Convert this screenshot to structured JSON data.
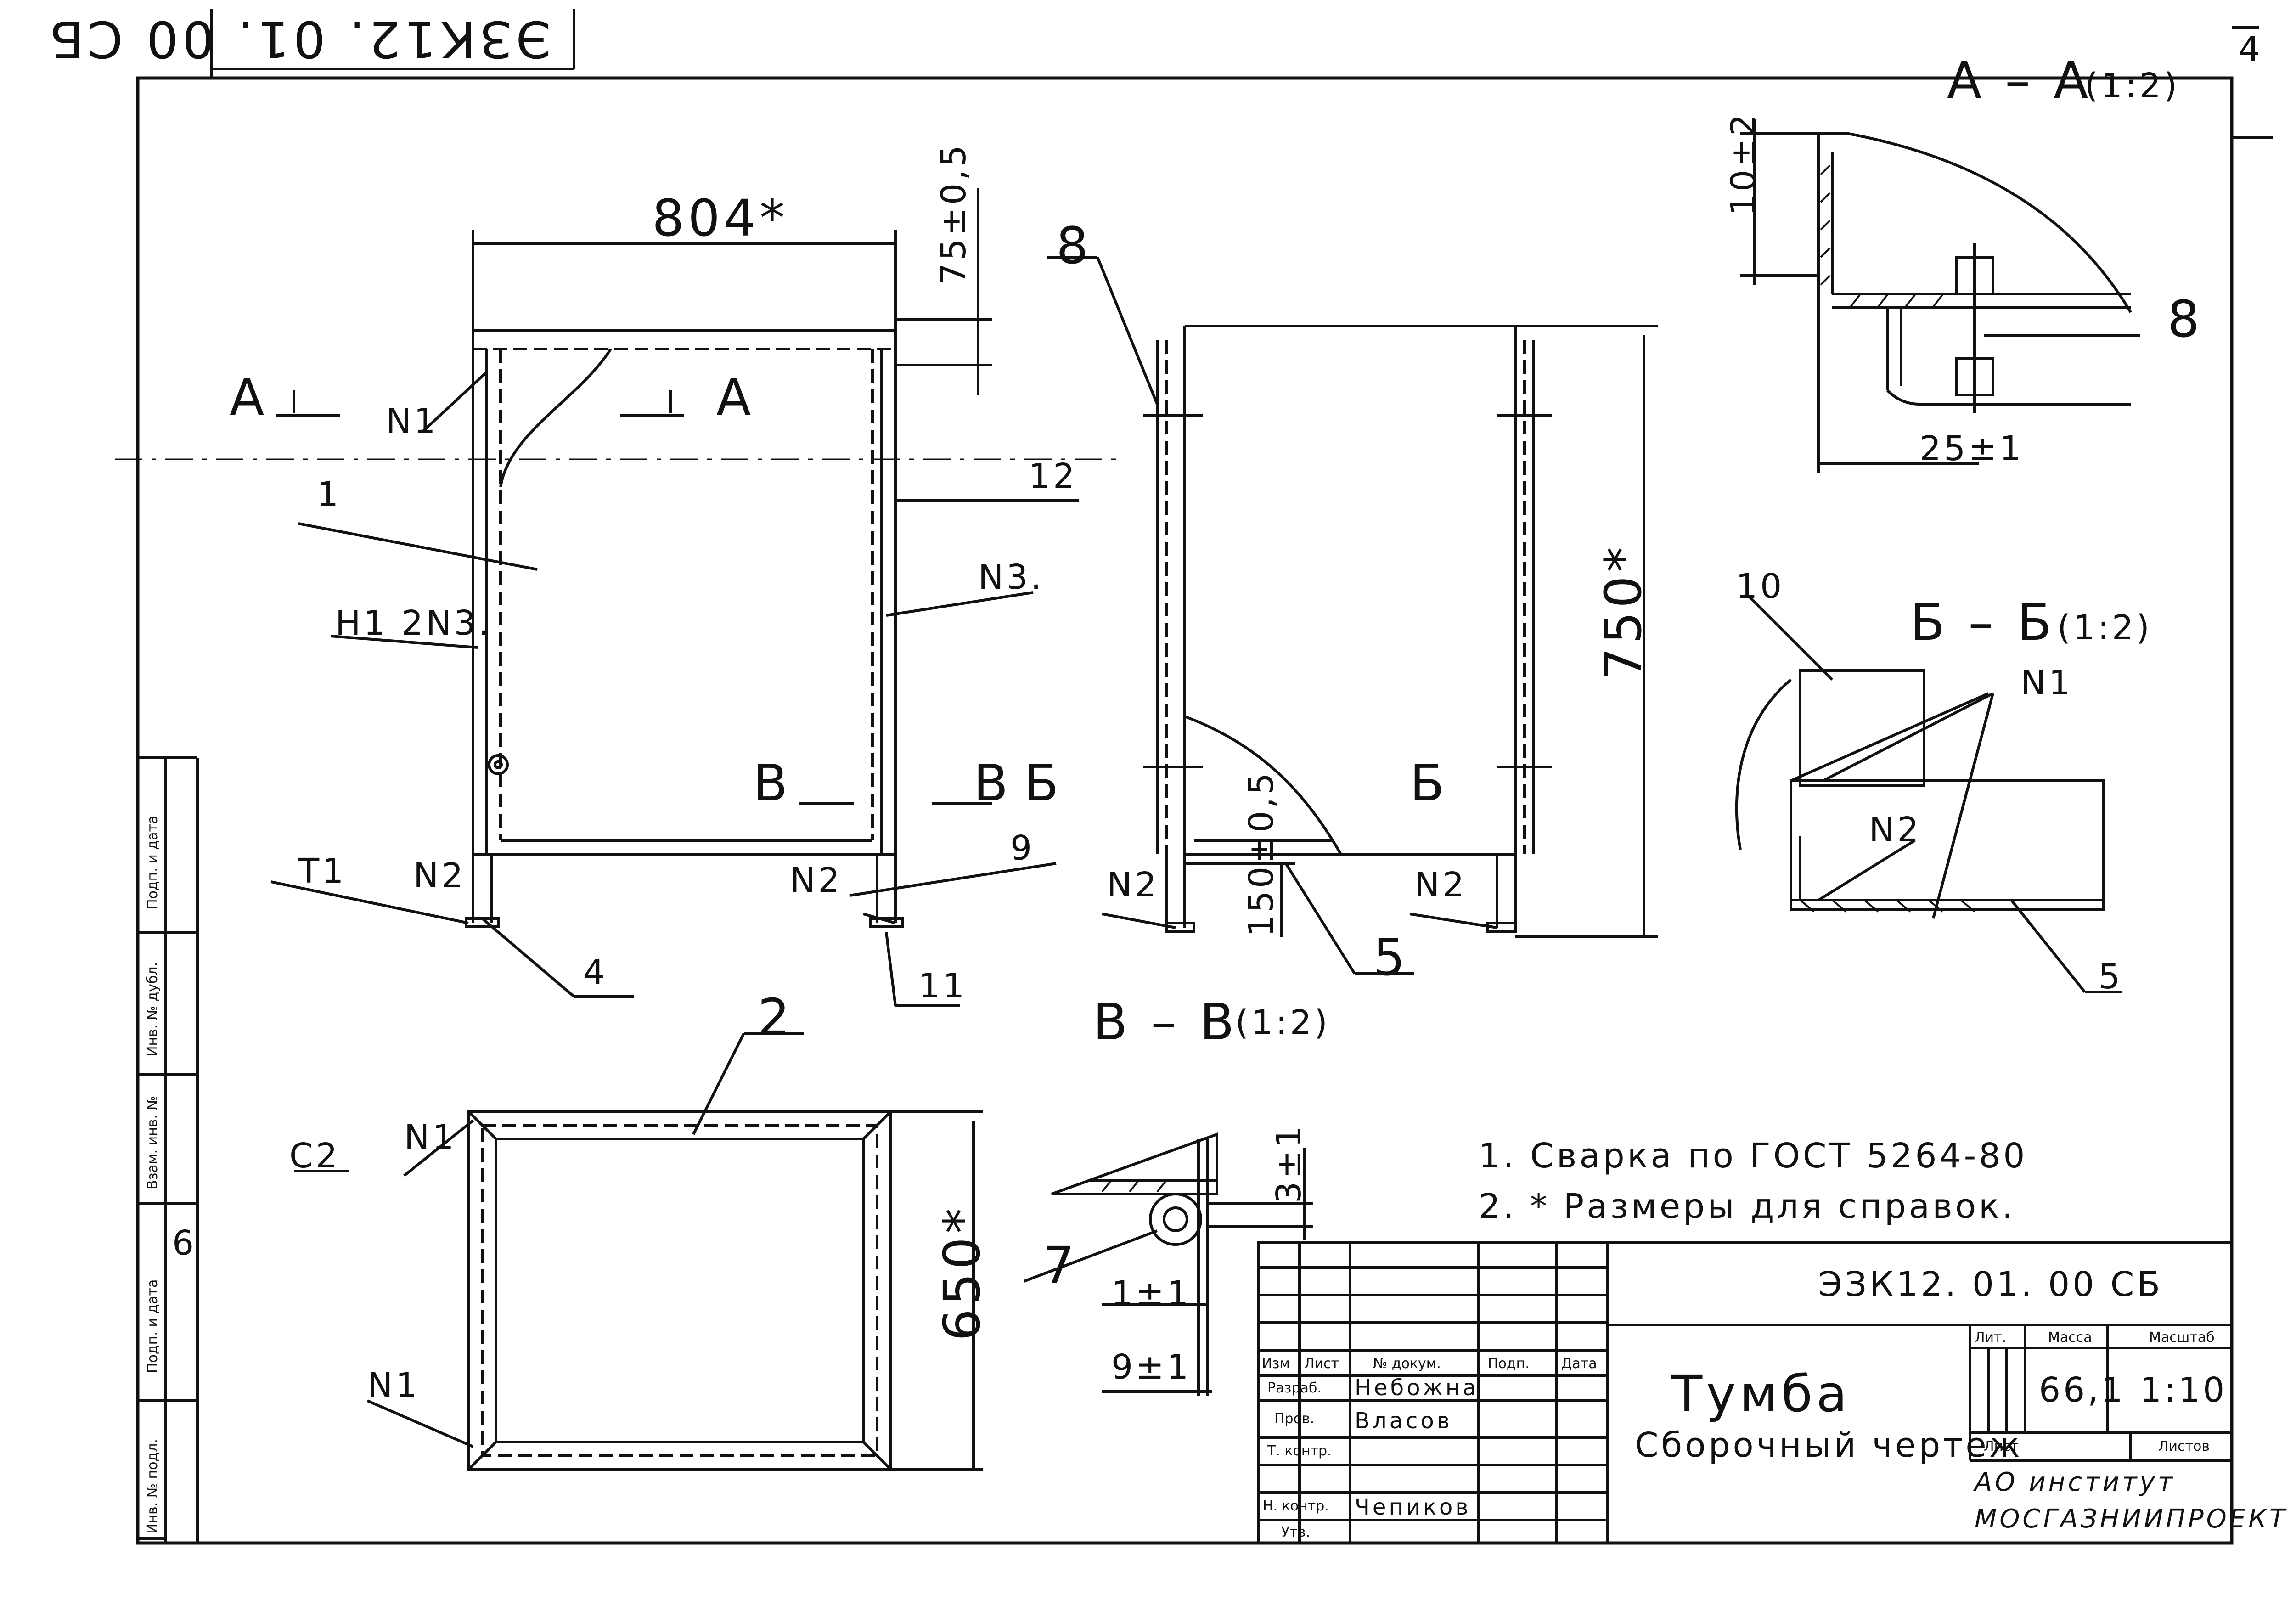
{
  "stamp_code": "ЭЗК12. 01. 00 СБ",
  "sheet_corner_number": "4",
  "views": {
    "section_aa": {
      "title": "А – А",
      "scale": "(1:2)",
      "dim_top": "10±2",
      "dim_gap": "25±1",
      "item": "8"
    },
    "section_bb": {
      "title": "Б – Б",
      "scale": "(1:2)",
      "item_top": "10",
      "item_bottom": "5",
      "weld_1": "N1",
      "weld_2": "N2"
    },
    "section_vv": {
      "title": "В – В",
      "scale": "(1:2)",
      "dim_3": "3±1",
      "dim_1": "1±1",
      "dim_9": "9±1",
      "item": "7"
    },
    "front": {
      "width": "804*",
      "dim_top": "75±0,5",
      "cut_a_left": "А",
      "cut_a_right": "А",
      "weld_n1": "N1",
      "weld_h1": "Н1 2N3.",
      "weld_n3": "N3.",
      "weld_t1": "Т1",
      "weld_n2a": "N2",
      "weld_n2b": "N2",
      "item_1": "1",
      "item_12": "12",
      "item_9": "9",
      "item_4": "4",
      "item_11": "11",
      "cut_v_left": "В",
      "cut_v_right": "В"
    },
    "side": {
      "item_8": "8",
      "height": "750*",
      "foot": "150±0,5",
      "cut_b_left": "Б",
      "cut_b_right": "Б",
      "weld_n2a": "N2",
      "weld_n2b": "N2",
      "item_5": "5"
    },
    "top": {
      "item_2": "2",
      "weld_c2": "С2",
      "weld_n1a": "N1",
      "weld_n1b": "N1",
      "depth": "650*"
    }
  },
  "notes": [
    "1. Сварка по ГОСТ 5264-80",
    "2. * Размеры для справок."
  ],
  "left_strip": [
    "Подп. и дата",
    "Инв. № дубл.",
    "Взам. инв. №",
    "Подп. и дата",
    "Инв. № подл."
  ],
  "left_strip_value": "6",
  "title_block": {
    "code": "ЭЗК12. 01. 00 СБ",
    "name": "Тумба",
    "subtitle": "Сборочный чертеж",
    "headers": {
      "izm": "Изм",
      "list": "Лист",
      "doc": "№ докум.",
      "sign": "Подп.",
      "date": "Дата"
    },
    "rows": [
      {
        "role": "Разраб.",
        "name": "Небожна"
      },
      {
        "role": "Пров.",
        "name": "Власов"
      },
      {
        "role": "Т. контр.",
        "name": ""
      },
      {
        "role": "Н. контр.",
        "name": "Чепиков"
      },
      {
        "role": "Утв.",
        "name": ""
      }
    ],
    "lit_label": "Лит.",
    "mass_label": "Масса",
    "scale_label": "Масштаб",
    "mass": "66,1",
    "scale": "1:10",
    "sheet_label": "Лист",
    "sheets_label": "Листов",
    "org_line1": "АО институт",
    "org_line2": "МОСГАЗНИИПРОЕКТ"
  }
}
